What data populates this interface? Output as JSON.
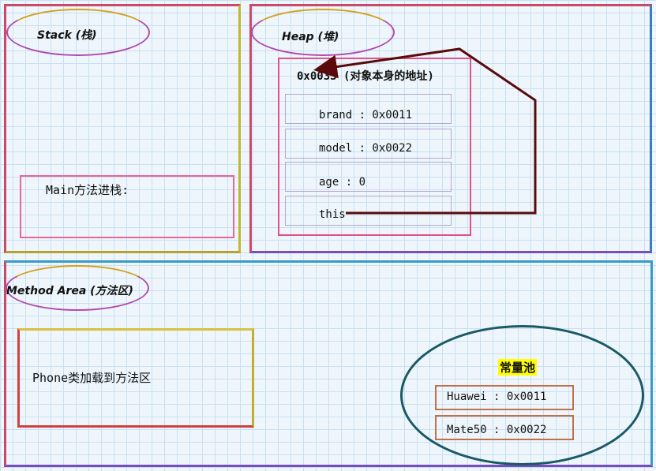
{
  "stack": {
    "title": "Stack (栈)",
    "main_label": "Main方法进栈:"
  },
  "heap": {
    "title": "Heap (堆)",
    "object_address": "0x0033 (对象本身的地址)",
    "fields": [
      {
        "text": "brand : 0x0011"
      },
      {
        "text": "model : 0x0022"
      },
      {
        "text": "age : 0"
      },
      {
        "text": "this"
      }
    ]
  },
  "method_area": {
    "title": "Method Area (方法区)",
    "phone_label": "Phone类加载到方法区",
    "constant_pool": {
      "title": "常量池",
      "entries": [
        {
          "text": "Huawei : 0x0011"
        },
        {
          "text": "Mate50 : 0x0022"
        }
      ]
    }
  },
  "colors": {
    "arrow": "#5a0a0a",
    "highlight": "#ffff00"
  }
}
